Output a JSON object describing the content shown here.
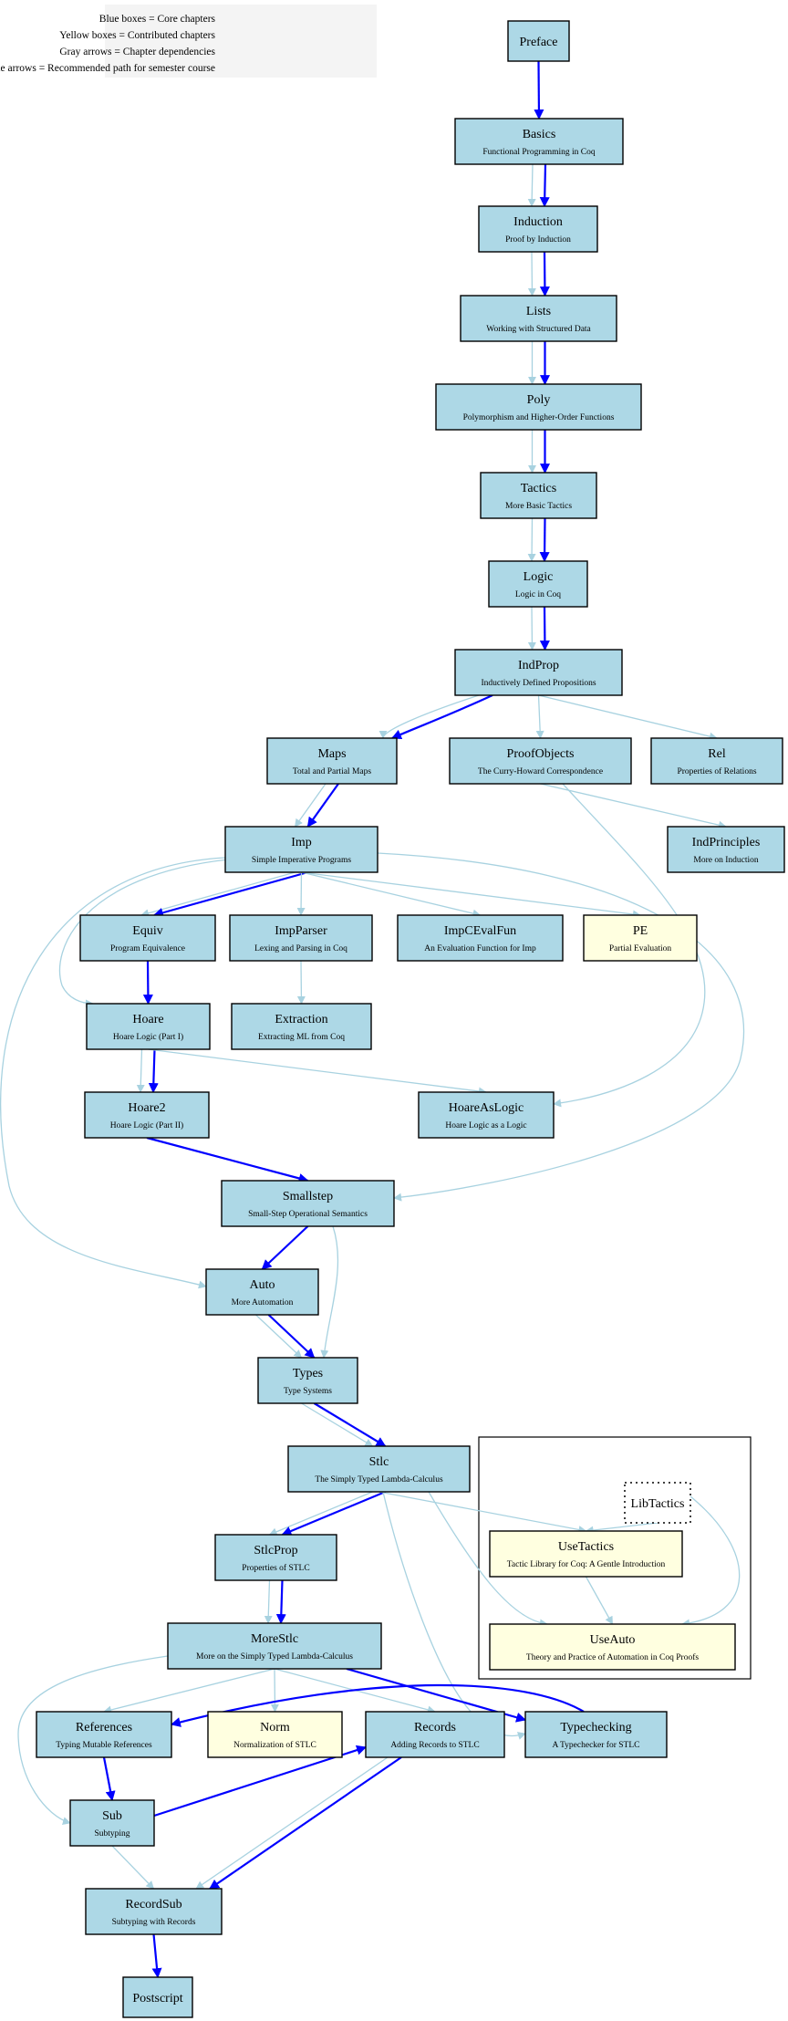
{
  "legend": {
    "lines": [
      "Blue boxes = Core chapters",
      "Yellow boxes = Contributed chapters",
      "Gray arrows = Chapter dependencies",
      "Blue arrows = Recommended path for semester course"
    ]
  },
  "colors": {
    "core": "#add8e6",
    "contributed": "#ffffe0",
    "dependency_arrow": "#a8d2e0",
    "recommended_arrow": "#0000ff"
  },
  "nodes": [
    {
      "id": "Preface",
      "title": "Preface",
      "subtitle": "",
      "kind": "core"
    },
    {
      "id": "Basics",
      "title": "Basics",
      "subtitle": "Functional Programming in Coq",
      "kind": "core"
    },
    {
      "id": "Induction",
      "title": "Induction",
      "subtitle": "Proof by Induction",
      "kind": "core"
    },
    {
      "id": "Lists",
      "title": "Lists",
      "subtitle": "Working with Structured Data",
      "kind": "core"
    },
    {
      "id": "Poly",
      "title": "Poly",
      "subtitle": "Polymorphism and Higher-Order Functions",
      "kind": "core"
    },
    {
      "id": "Tactics",
      "title": "Tactics",
      "subtitle": "More Basic Tactics",
      "kind": "core"
    },
    {
      "id": "Logic",
      "title": "Logic",
      "subtitle": "Logic in Coq",
      "kind": "core"
    },
    {
      "id": "IndProp",
      "title": "IndProp",
      "subtitle": "Inductively Defined Propositions",
      "kind": "core"
    },
    {
      "id": "Maps",
      "title": "Maps",
      "subtitle": "Total and Partial Maps",
      "kind": "core"
    },
    {
      "id": "ProofObjects",
      "title": "ProofObjects",
      "subtitle": "The Curry-Howard Correspondence",
      "kind": "core"
    },
    {
      "id": "Rel",
      "title": "Rel",
      "subtitle": "Properties of Relations",
      "kind": "core"
    },
    {
      "id": "IndPrinciples",
      "title": "IndPrinciples",
      "subtitle": "More on Induction",
      "kind": "core"
    },
    {
      "id": "Imp",
      "title": "Imp",
      "subtitle": "Simple Imperative Programs",
      "kind": "core"
    },
    {
      "id": "Equiv",
      "title": "Equiv",
      "subtitle": "Program Equivalence",
      "kind": "core"
    },
    {
      "id": "ImpParser",
      "title": "ImpParser",
      "subtitle": "Lexing and Parsing in Coq",
      "kind": "core"
    },
    {
      "id": "ImpCEvalFun",
      "title": "ImpCEvalFun",
      "subtitle": "An Evaluation Function for Imp",
      "kind": "core"
    },
    {
      "id": "PE",
      "title": "PE",
      "subtitle": "Partial Evaluation",
      "kind": "contributed"
    },
    {
      "id": "Hoare",
      "title": "Hoare",
      "subtitle": "Hoare Logic (Part I)",
      "kind": "core"
    },
    {
      "id": "Extraction",
      "title": "Extraction",
      "subtitle": "Extracting ML from Coq",
      "kind": "core"
    },
    {
      "id": "Hoare2",
      "title": "Hoare2",
      "subtitle": "Hoare Logic (Part II)",
      "kind": "core"
    },
    {
      "id": "HoareAsLogic",
      "title": "HoareAsLogic",
      "subtitle": "Hoare Logic as a Logic",
      "kind": "core"
    },
    {
      "id": "Smallstep",
      "title": "Smallstep",
      "subtitle": "Small-Step Operational Semantics",
      "kind": "core"
    },
    {
      "id": "Auto",
      "title": "Auto",
      "subtitle": "More Automation",
      "kind": "core"
    },
    {
      "id": "Types",
      "title": "Types",
      "subtitle": "Type Systems",
      "kind": "core"
    },
    {
      "id": "Stlc",
      "title": "Stlc",
      "subtitle": "The Simply Typed Lambda-Calculus",
      "kind": "core"
    },
    {
      "id": "LibTactics",
      "title": "LibTactics",
      "subtitle": "",
      "kind": "library"
    },
    {
      "id": "UseTactics",
      "title": "UseTactics",
      "subtitle": "Tactic Library for Coq: A Gentle Introduction",
      "kind": "contributed"
    },
    {
      "id": "UseAuto",
      "title": "UseAuto",
      "subtitle": "Theory and Practice of Automation in Coq Proofs",
      "kind": "contributed"
    },
    {
      "id": "StlcProp",
      "title": "StlcProp",
      "subtitle": "Properties of STLC",
      "kind": "core"
    },
    {
      "id": "MoreStlc",
      "title": "MoreStlc",
      "subtitle": "More on the Simply Typed Lambda-Calculus",
      "kind": "core"
    },
    {
      "id": "References",
      "title": "References",
      "subtitle": "Typing Mutable References",
      "kind": "core"
    },
    {
      "id": "Norm",
      "title": "Norm",
      "subtitle": "Normalization of STLC",
      "kind": "contributed"
    },
    {
      "id": "Records",
      "title": "Records",
      "subtitle": "Adding Records to STLC",
      "kind": "core"
    },
    {
      "id": "Typechecking",
      "title": "Typechecking",
      "subtitle": "A Typechecker for STLC",
      "kind": "core"
    },
    {
      "id": "Sub",
      "title": "Sub",
      "subtitle": "Subtyping",
      "kind": "core"
    },
    {
      "id": "RecordSub",
      "title": "RecordSub",
      "subtitle": "Subtyping with Records",
      "kind": "core"
    },
    {
      "id": "Postscript",
      "title": "Postscript",
      "subtitle": "",
      "kind": "core"
    }
  ],
  "edges": [
    {
      "from": "Preface",
      "to": "Basics",
      "type": "recommended"
    },
    {
      "from": "Basics",
      "to": "Induction",
      "type": "dependency"
    },
    {
      "from": "Basics",
      "to": "Induction",
      "type": "recommended"
    },
    {
      "from": "Induction",
      "to": "Lists",
      "type": "dependency"
    },
    {
      "from": "Induction",
      "to": "Lists",
      "type": "recommended"
    },
    {
      "from": "Lists",
      "to": "Poly",
      "type": "dependency"
    },
    {
      "from": "Lists",
      "to": "Poly",
      "type": "recommended"
    },
    {
      "from": "Poly",
      "to": "Tactics",
      "type": "dependency"
    },
    {
      "from": "Poly",
      "to": "Tactics",
      "type": "recommended"
    },
    {
      "from": "Tactics",
      "to": "Logic",
      "type": "dependency"
    },
    {
      "from": "Tactics",
      "to": "Logic",
      "type": "recommended"
    },
    {
      "from": "Logic",
      "to": "IndProp",
      "type": "dependency"
    },
    {
      "from": "Logic",
      "to": "IndProp",
      "type": "recommended"
    },
    {
      "from": "IndProp",
      "to": "Maps",
      "type": "dependency"
    },
    {
      "from": "IndProp",
      "to": "Maps",
      "type": "recommended"
    },
    {
      "from": "IndProp",
      "to": "ProofObjects",
      "type": "dependency"
    },
    {
      "from": "IndProp",
      "to": "Rel",
      "type": "dependency"
    },
    {
      "from": "ProofObjects",
      "to": "IndPrinciples",
      "type": "dependency"
    },
    {
      "from": "ProofObjects",
      "to": "HoareAsLogic",
      "type": "dependency"
    },
    {
      "from": "Maps",
      "to": "Imp",
      "type": "dependency"
    },
    {
      "from": "Maps",
      "to": "Imp",
      "type": "recommended"
    },
    {
      "from": "Imp",
      "to": "Equiv",
      "type": "dependency"
    },
    {
      "from": "Imp",
      "to": "Equiv",
      "type": "recommended"
    },
    {
      "from": "Imp",
      "to": "ImpParser",
      "type": "dependency"
    },
    {
      "from": "Imp",
      "to": "ImpCEvalFun",
      "type": "dependency"
    },
    {
      "from": "Imp",
      "to": "PE",
      "type": "dependency"
    },
    {
      "from": "Imp",
      "to": "Hoare",
      "type": "dependency"
    },
    {
      "from": "Imp",
      "to": "Auto",
      "type": "dependency"
    },
    {
      "from": "Imp",
      "to": "Smallstep",
      "type": "dependency"
    },
    {
      "from": "ImpParser",
      "to": "Extraction",
      "type": "dependency"
    },
    {
      "from": "Equiv",
      "to": "Hoare",
      "type": "recommended"
    },
    {
      "from": "Hoare",
      "to": "Hoare2",
      "type": "dependency"
    },
    {
      "from": "Hoare",
      "to": "Hoare2",
      "type": "recommended"
    },
    {
      "from": "Hoare",
      "to": "HoareAsLogic",
      "type": "dependency"
    },
    {
      "from": "Hoare2",
      "to": "Smallstep",
      "type": "recommended"
    },
    {
      "from": "Smallstep",
      "to": "Auto",
      "type": "recommended"
    },
    {
      "from": "Smallstep",
      "to": "Types",
      "type": "dependency"
    },
    {
      "from": "Auto",
      "to": "Types",
      "type": "dependency"
    },
    {
      "from": "Auto",
      "to": "Types",
      "type": "recommended"
    },
    {
      "from": "Types",
      "to": "Stlc",
      "type": "dependency"
    },
    {
      "from": "Types",
      "to": "Stlc",
      "type": "recommended"
    },
    {
      "from": "Stlc",
      "to": "StlcProp",
      "type": "dependency"
    },
    {
      "from": "Stlc",
      "to": "StlcProp",
      "type": "recommended"
    },
    {
      "from": "Stlc",
      "to": "UseTactics",
      "type": "dependency"
    },
    {
      "from": "Stlc",
      "to": "UseAuto",
      "type": "dependency"
    },
    {
      "from": "Stlc",
      "to": "Typechecking",
      "type": "dependency"
    },
    {
      "from": "LibTactics",
      "to": "UseTactics",
      "type": "dependency"
    },
    {
      "from": "LibTactics",
      "to": "UseAuto",
      "type": "dependency"
    },
    {
      "from": "UseTactics",
      "to": "UseAuto",
      "type": "dependency"
    },
    {
      "from": "StlcProp",
      "to": "MoreStlc",
      "type": "dependency"
    },
    {
      "from": "StlcProp",
      "to": "MoreStlc",
      "type": "recommended"
    },
    {
      "from": "MoreStlc",
      "to": "References",
      "type": "dependency"
    },
    {
      "from": "MoreStlc",
      "to": "Norm",
      "type": "dependency"
    },
    {
      "from": "MoreStlc",
      "to": "Records",
      "type": "dependency"
    },
    {
      "from": "MoreStlc",
      "to": "Typechecking",
      "type": "recommended"
    },
    {
      "from": "MoreStlc",
      "to": "Sub",
      "type": "dependency"
    },
    {
      "from": "Typechecking",
      "to": "References",
      "type": "recommended"
    },
    {
      "from": "References",
      "to": "Sub",
      "type": "recommended"
    },
    {
      "from": "Sub",
      "to": "Records",
      "type": "recommended"
    },
    {
      "from": "Sub",
      "to": "RecordSub",
      "type": "dependency"
    },
    {
      "from": "Records",
      "to": "RecordSub",
      "type": "dependency"
    },
    {
      "from": "Records",
      "to": "RecordSub",
      "type": "recommended"
    },
    {
      "from": "RecordSub",
      "to": "Postscript",
      "type": "recommended"
    }
  ]
}
